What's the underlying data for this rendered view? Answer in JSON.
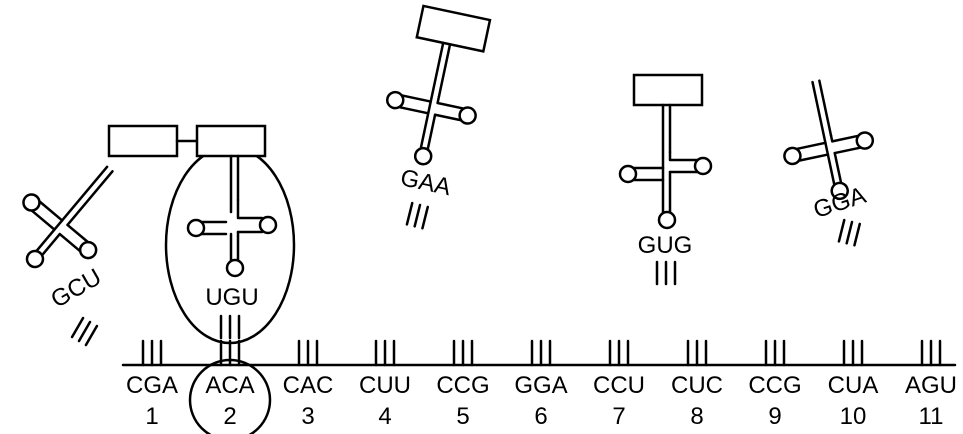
{
  "mrna": {
    "codons": [
      "CGA",
      "ACA",
      "CAC",
      "CUU",
      "CCG",
      "GGA",
      "CCU",
      "CUC",
      "CCG",
      "CUA",
      "AGU"
    ],
    "positions": [
      "1",
      "2",
      "3",
      "4",
      "5",
      "6",
      "7",
      "8",
      "9",
      "10",
      "11"
    ]
  },
  "trnas": {
    "left_free": {
      "anticodon": "GCU"
    },
    "bound": {
      "anticodon": "UGU"
    },
    "top_left": {
      "anticodon": "GAA"
    },
    "top_right": {
      "anticodon": "GUG"
    },
    "far_right": {
      "anticodon": "GGA"
    }
  }
}
